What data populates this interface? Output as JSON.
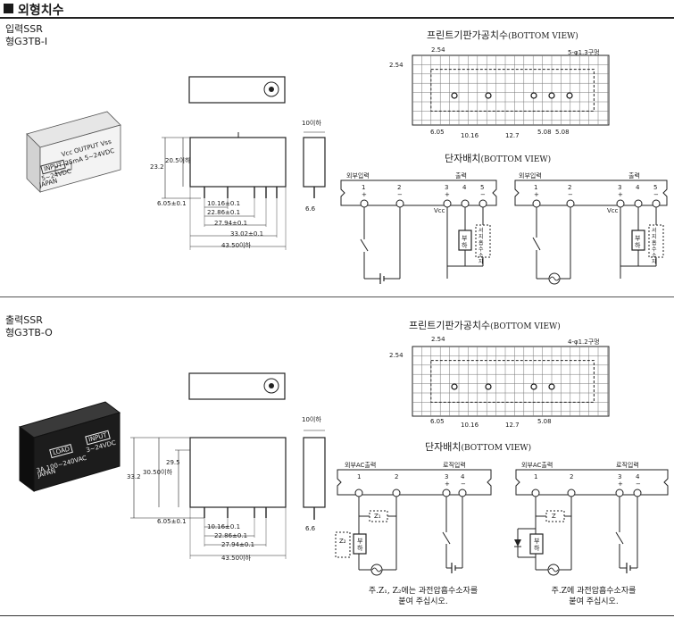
{
  "header": {
    "title": "외형치수"
  },
  "input_ssr": {
    "name": "입력SSR",
    "model": "형G3TB-I",
    "product_photo": {
      "kind": "photo-light",
      "label_text": "Vcc  OUTPUT  Vss",
      "rating": "25mA 5~24VDC",
      "input_tag": "INPUT",
      "input_rating": "5~24VDC",
      "maker": "JAPAN"
    },
    "dims": {
      "height_23_2": "23.2",
      "height_20_5": "20.5이하",
      "pitch_6_05": "6.05±0.1",
      "pitch_10_16": "10.16±0.1",
      "pitch_22_86": "22.86±0.1",
      "pitch_27_94": "27.94±0.1",
      "pitch_33_02": "33.02±0.1",
      "length_43_5": "43.50이하",
      "width_10": "10이하",
      "thickness_6_6": "6.6"
    },
    "pcb": {
      "title": "프린트기판가공치수",
      "title_en": "(BOTTOM VIEW)",
      "dim_2_54_top": "2.54",
      "dim_2_54_left": "2.54",
      "hole_note": "5-φ1.3구멍",
      "dim_6_05": "6.05",
      "dim_10_16": "10.16",
      "dim_12_7": "12.7",
      "dim_5_08a": "5.08",
      "dim_5_08b": "5.08"
    },
    "terminal": {
      "title": "단자배치",
      "title_en": "(BOTTOM VIEW)",
      "left": {
        "group_in": "외부입력",
        "group_out": "출력",
        "pins": [
          "1",
          "2",
          "3",
          "4",
          "5"
        ],
        "signs": [
          "+",
          "−",
          "+",
          "",
          "−"
        ],
        "vcc": "Vcc",
        "load": "부하",
        "surge": "서지흡수소자"
      },
      "right": {
        "group_in": "외부입력",
        "group_out": "출력",
        "pins": [
          "1",
          "2",
          "3",
          "4",
          "5"
        ],
        "signs": [
          "+",
          "−",
          "+",
          "",
          "−"
        ],
        "vcc": "Vcc",
        "load": "부하",
        "surge": "서지흡수소자"
      }
    }
  },
  "output_ssr": {
    "name": "출력SSR",
    "model": "형G3TB-O",
    "product_photo": {
      "kind": "photo-dark",
      "load_tag": "LOAD",
      "input_tag": "INPUT",
      "load_rating": "3A 100~240VAC",
      "input_rating": "3~24VDC",
      "maker": "JAPAN"
    },
    "dims": {
      "height_33_2": "33.2",
      "height_30_5": "30.50이하",
      "height_29_5": "29.5",
      "pitch_6_05": "6.05±0.1",
      "pitch_10_16": "10.16±0.1",
      "pitch_22_86": "22.86±0.1",
      "pitch_27_94": "27.94±0.1",
      "length_43_5": "43.50이하",
      "width_10": "10이하",
      "thickness_6_6": "6.6"
    },
    "pcb": {
      "title": "프린트기판가공치수",
      "title_en": "(BOTTOM VIEW)",
      "dim_2_54_top": "2.54",
      "dim_2_54_left": "2.54",
      "hole_note": "4-φ1.2구멍",
      "dim_6_05": "6.05",
      "dim_10_16": "10.16",
      "dim_12_7": "12.7",
      "dim_5_08": "5.08"
    },
    "terminal": {
      "title": "단자배치",
      "title_en": "(BOTTOM VIEW)",
      "left": {
        "group_ac": "외부AC출력",
        "group_logic": "로직입력",
        "pins": [
          "1",
          "2",
          "3",
          "4"
        ],
        "signs": [
          "",
          "",
          "+",
          "−"
        ],
        "z1": "Z₁",
        "z2": "Z₂",
        "load": "부하"
      },
      "right": {
        "group_ac": "외부AC출력",
        "group_logic": "로직입력",
        "pins": [
          "1",
          "2",
          "3",
          "4"
        ],
        "signs": [
          "",
          "",
          "+",
          "−"
        ],
        "z": "Z",
        "load": "부하"
      },
      "note_left_1": "주.Z₁, Z₂에는 과전압흡수소자를",
      "note_left_2": "붙여 주십시오.",
      "note_right_1": "주.Z에 과전압흡수소자를",
      "note_right_2": "붙여 주십시오."
    }
  }
}
